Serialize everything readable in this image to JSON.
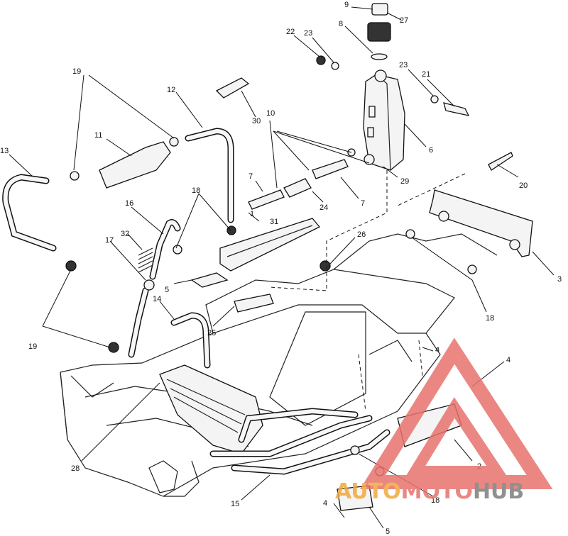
{
  "callouts": [
    {
      "id": "c-9",
      "text": "9"
    },
    {
      "id": "c-27",
      "text": "27"
    },
    {
      "id": "c-8",
      "text": "8"
    },
    {
      "id": "c-22",
      "text": "22"
    },
    {
      "id": "c-23a",
      "text": "23"
    },
    {
      "id": "c-23b",
      "text": "23"
    },
    {
      "id": "c-21",
      "text": "21"
    },
    {
      "id": "c-6",
      "text": "6"
    },
    {
      "id": "c-19a",
      "text": "19"
    },
    {
      "id": "c-12",
      "text": "12"
    },
    {
      "id": "c-30",
      "text": "30"
    },
    {
      "id": "c-10",
      "text": "10"
    },
    {
      "id": "c-11",
      "text": "11"
    },
    {
      "id": "c-13",
      "text": "13"
    },
    {
      "id": "c-7a",
      "text": "7"
    },
    {
      "id": "c-7b",
      "text": "7"
    },
    {
      "id": "c-24",
      "text": "24"
    },
    {
      "id": "c-29",
      "text": "29"
    },
    {
      "id": "c-20",
      "text": "20"
    },
    {
      "id": "c-3",
      "text": "3"
    },
    {
      "id": "c-18a",
      "text": "18"
    },
    {
      "id": "c-16",
      "text": "16"
    },
    {
      "id": "c-1",
      "text": "1"
    },
    {
      "id": "c-31",
      "text": "31"
    },
    {
      "id": "c-26",
      "text": "26"
    },
    {
      "id": "c-32",
      "text": "32"
    },
    {
      "id": "c-17",
      "text": "17"
    },
    {
      "id": "c-5a",
      "text": "5"
    },
    {
      "id": "c-18b",
      "text": "18"
    },
    {
      "id": "c-14",
      "text": "14"
    },
    {
      "id": "c-25",
      "text": "25"
    },
    {
      "id": "c-19b",
      "text": "19"
    },
    {
      "id": "c-4a",
      "text": "4"
    },
    {
      "id": "c-4b",
      "text": "4"
    },
    {
      "id": "c-2",
      "text": "2"
    },
    {
      "id": "c-28",
      "text": "28"
    },
    {
      "id": "c-15",
      "text": "15"
    },
    {
      "id": "c-18c",
      "text": "18"
    },
    {
      "id": "c-4c",
      "text": "4"
    },
    {
      "id": "c-5b",
      "text": "5"
    }
  ],
  "watermark": {
    "auto": "AUTO",
    "moto": "MOTO",
    "hub": "HUB",
    "accent_color": "#e8736e",
    "orange_color": "#f0a93c",
    "gray_color": "#7d7d7d"
  }
}
